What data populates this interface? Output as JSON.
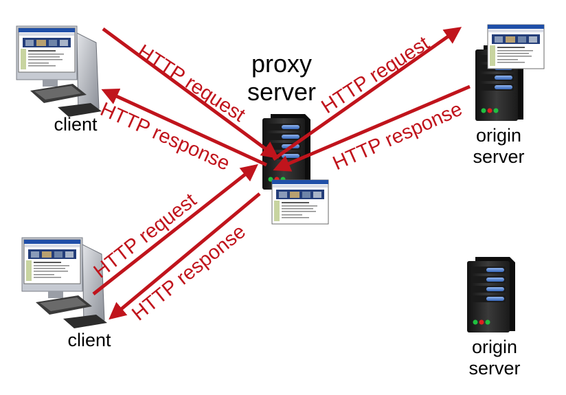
{
  "labels": {
    "proxy_line1": "proxy",
    "proxy_line2": "server",
    "client_top": "client",
    "client_bottom": "client",
    "origin_top_line1": "origin",
    "origin_top_line2": "server",
    "origin_bottom_line1": "origin",
    "origin_bottom_line2": "server"
  },
  "arrows": {
    "c1_request": "HTTP request",
    "c1_response": "HTTP response",
    "o_request": "HTTP request",
    "o_response": "HTTP response",
    "c2_request": "HTTP request",
    "c2_response": "HTTP response"
  },
  "colors": {
    "arrow": "#c0141c",
    "server_body": "#2a2a2a",
    "server_bay": "#4a7fd0",
    "led_red": "#e02020",
    "led_green": "#20c040",
    "monitor": "#b8bcc4",
    "browser_title": "#1f4fa8"
  }
}
